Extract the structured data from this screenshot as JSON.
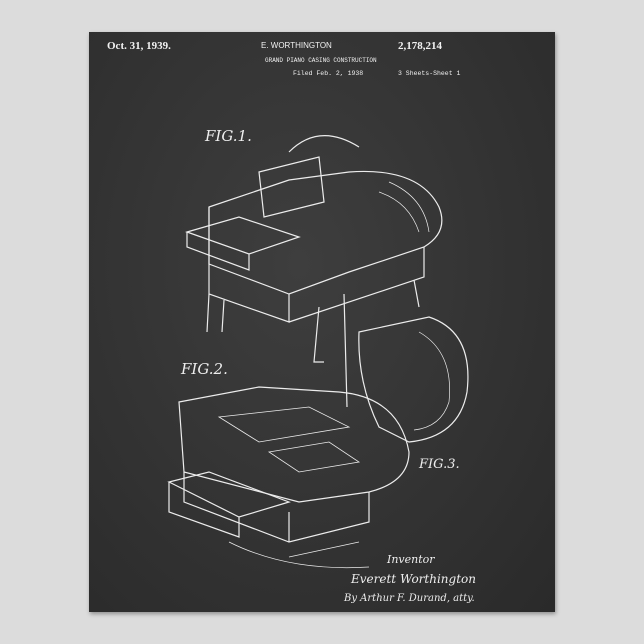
{
  "header": {
    "date": "Oct. 31, 1939.",
    "inventor_name": "E. WORTHINGTON",
    "patent_number": "2,178,214",
    "title": "GRAND PIANO CASING CONSTRUCTION",
    "filed": "Filed Feb. 2, 1938",
    "sheets": "3 Sheets-Sheet 1"
  },
  "figures": {
    "fig1": "FIG.1.",
    "fig2": "FIG.2.",
    "fig3": "FIG.3."
  },
  "signature": {
    "inventor_label": "Inventor",
    "inventor": "Everett Worthington",
    "attorney": "By Arthur F. Durand, atty."
  },
  "colors": {
    "chalkboard": "#333333",
    "chalk": "#f2f2f2",
    "background": "#dcdcdc"
  }
}
